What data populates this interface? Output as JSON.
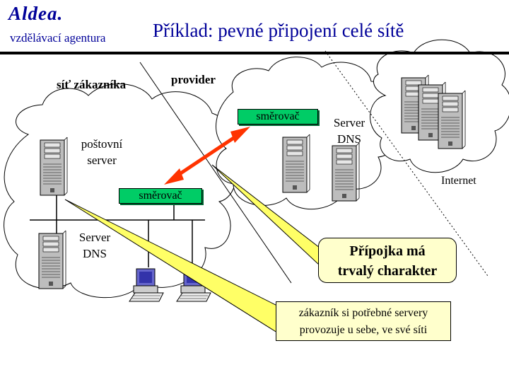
{
  "header": {
    "logo": "Aldea.",
    "agency": "vzdělávací agentura",
    "title": "Příklad: pevné připojení celé sítě"
  },
  "labels": {
    "customer_network": "síť zákazníka",
    "provider": "provider",
    "internet": "Internet",
    "mail_server_line1": "poštovní",
    "mail_server_line2": "server",
    "dns_customer_line1": "Server",
    "dns_customer_line2": "DNS",
    "dns_provider_line1": "Server",
    "dns_provider_line2": "DNS"
  },
  "routers": {
    "provider_router": "směrovač",
    "customer_router": "směrovač"
  },
  "callouts": {
    "permanent_line1": "Přípojka má",
    "permanent_line2": "trvalý charakter",
    "servers_line1": "zákazník si potřebné servery",
    "servers_line2": "provozuje u sebe, ve své síti"
  },
  "colors": {
    "title": "#000099",
    "router_fill": "#00cc66",
    "callout_fill": "#ffffcc",
    "link_arrow": "#ff3300",
    "callout_pointer": "#ffff66"
  },
  "icons": [
    "server-tower-icon",
    "workstation-icon",
    "double-arrow-icon",
    "cloud-icon"
  ]
}
